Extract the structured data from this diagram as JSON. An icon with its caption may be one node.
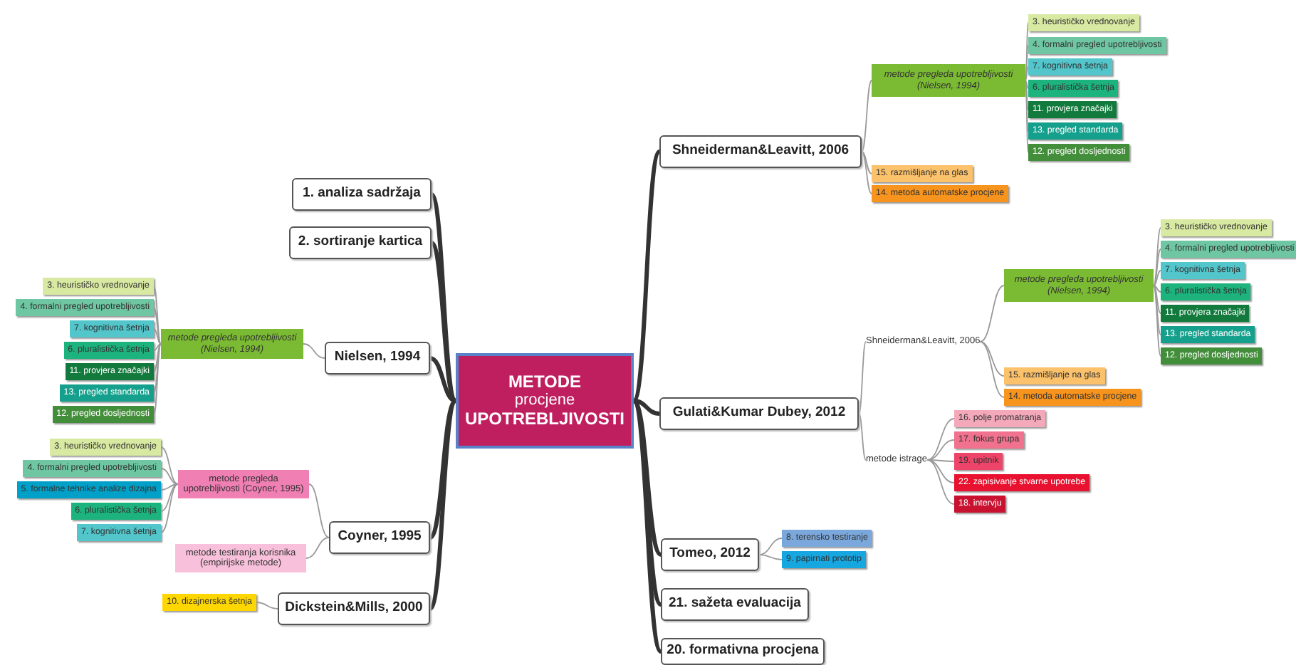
{
  "diagram": {
    "nodes": [
      {
        "text": [
          "METODE",
          "procjene",
          "UPOTREBLJIVOSTI"
        ]
      },
      {
        "text": [
          "Shneiderman&Leavitt, 2006"
        ]
      },
      {
        "text": [
          "metode pregleda upotrebljivosti (Nielsen, 1994)"
        ]
      },
      {
        "text": [
          "3. heurističko vrednovanje"
        ]
      },
      {
        "text": [
          "4. formalni pregled upotrebljivosti"
        ]
      },
      {
        "text": [
          "7. kognitivna šetnja"
        ]
      },
      {
        "text": [
          "6. pluralistička šetnja"
        ]
      },
      {
        "text": [
          "11. provjera značajki"
        ]
      },
      {
        "text": [
          "13. pregled standarda"
        ]
      },
      {
        "text": [
          "12. pregled dosljednosti"
        ]
      },
      {
        "text": [
          "15. razmišljanje na glas"
        ]
      },
      {
        "text": [
          "14. metoda automatske procjene"
        ]
      },
      {
        "text": [
          "1. analiza sadržaja"
        ]
      },
      {
        "text": [
          "2. sortiranje kartica"
        ]
      },
      {
        "text": [
          "Nielsen, 1994"
        ]
      },
      {
        "text": [
          "metode pregleda upotrebljivosti (Nielsen, 1994)"
        ]
      },
      {
        "text": [
          "3. heurističko vrednovanje"
        ]
      },
      {
        "text": [
          "4. formalni pregled upotrebljivosti"
        ]
      },
      {
        "text": [
          "7. kognitivna šetnja"
        ]
      },
      {
        "text": [
          "6. pluralistička šetnja"
        ]
      },
      {
        "text": [
          "11. provjera značajki"
        ]
      },
      {
        "text": [
          "13. pregled standarda"
        ]
      },
      {
        "text": [
          "12. pregled dosljednosti"
        ]
      },
      {
        "text": [
          "Gulati&Kumar Dubey, 2012"
        ]
      },
      {
        "text": [
          "Shneiderman&Leavitt, 2006"
        ]
      },
      {
        "text": [
          "metode pregleda upotrebljivosti (Nielsen, 1994)"
        ]
      },
      {
        "text": [
          "3. heurističko vrednovanje"
        ]
      },
      {
        "text": [
          "4. formalni pregled upotrebljivosti"
        ]
      },
      {
        "text": [
          "7. kognitivna šetnja"
        ]
      },
      {
        "text": [
          "6. pluralistička šetnja"
        ]
      },
      {
        "text": [
          "11. provjera značajki"
        ]
      },
      {
        "text": [
          "13. pregled standarda"
        ]
      },
      {
        "text": [
          "12. pregled dosljednosti"
        ]
      },
      {
        "text": [
          "15. razmišljanje na glas"
        ]
      },
      {
        "text": [
          "14. metoda automatske procjene"
        ]
      },
      {
        "text": [
          "metode istrage"
        ]
      },
      {
        "text": [
          "16. polje promatranja"
        ]
      },
      {
        "text": [
          "17. fokus grupa"
        ]
      },
      {
        "text": [
          "19. upitnik"
        ]
      },
      {
        "text": [
          "22. zapisivanje stvarne upotrebe"
        ]
      },
      {
        "text": [
          "18. intervju"
        ]
      },
      {
        "text": [
          "Coyner, 1995"
        ]
      },
      {
        "text": [
          "metode pregleda upotrebljivosti (Coyner, 1995)"
        ]
      },
      {
        "text": [
          "3. heurističko vrednovanje"
        ]
      },
      {
        "text": [
          "4. formalni pregled upotrebljivosti"
        ]
      },
      {
        "text": [
          "5. formalne tehnike analize dizajna"
        ]
      },
      {
        "text": [
          "6. pluralistička šetnja"
        ]
      },
      {
        "text": [
          "7. kognitivna šetnja"
        ]
      },
      {
        "text": [
          "metode testiranja korisnika (empirijske metode)"
        ]
      },
      {
        "text": [
          "Dickstein&Mills, 2000"
        ]
      },
      {
        "text": [
          "10. dizajnerska šetnja"
        ]
      },
      {
        "text": [
          "Tomeo, 2012"
        ]
      },
      {
        "text": [
          "8. terensko testiranje"
        ]
      },
      {
        "text": [
          "9. papirnati prototip"
        ]
      },
      {
        "text": [
          "21. sažeta evaluacija"
        ]
      },
      {
        "text": [
          "20. formativna procjena"
        ]
      }
    ],
    "edges": [
      {
        "from": 0,
        "to": 1,
        "arrow": "none",
        "style": "thick",
        "color": "#333333"
      },
      {
        "from": 1,
        "to": 2,
        "arrow": "none"
      },
      {
        "from": 2,
        "to": 3,
        "arrow": "none"
      },
      {
        "from": 2,
        "to": 4,
        "arrow": "none"
      },
      {
        "from": 2,
        "to": 5,
        "arrow": "none"
      },
      {
        "from": 2,
        "to": 6,
        "arrow": "none"
      },
      {
        "from": 2,
        "to": 7,
        "arrow": "none"
      },
      {
        "from": 2,
        "to": 8,
        "arrow": "none"
      },
      {
        "from": 2,
        "to": 9,
        "arrow": "none"
      },
      {
        "from": 1,
        "to": 10,
        "arrow": "none"
      },
      {
        "from": 1,
        "to": 11,
        "arrow": "none"
      },
      {
        "from": 0,
        "to": 12,
        "arrow": "none",
        "style": "thick",
        "color": "#333333"
      },
      {
        "from": 0,
        "to": 13,
        "arrow": "none",
        "style": "thick",
        "color": "#333333"
      },
      {
        "from": 0,
        "to": 14,
        "arrow": "none",
        "style": "thick",
        "color": "#333333"
      },
      {
        "from": 14,
        "to": 15,
        "arrow": "none"
      },
      {
        "from": 15,
        "to": 16,
        "arrow": "none"
      },
      {
        "from": 15,
        "to": 17,
        "arrow": "none"
      },
      {
        "from": 15,
        "to": 18,
        "arrow": "none"
      },
      {
        "from": 15,
        "to": 19,
        "arrow": "none"
      },
      {
        "from": 15,
        "to": 20,
        "arrow": "none"
      },
      {
        "from": 15,
        "to": 21,
        "arrow": "none"
      },
      {
        "from": 15,
        "to": 22,
        "arrow": "none"
      },
      {
        "from": 0,
        "to": 23,
        "arrow": "none",
        "style": "thick",
        "color": "#333333"
      },
      {
        "from": 23,
        "to": 24,
        "arrow": "none"
      },
      {
        "from": 24,
        "to": 25,
        "arrow": "none"
      },
      {
        "from": 25,
        "to": 26,
        "arrow": "none"
      },
      {
        "from": 25,
        "to": 27,
        "arrow": "none"
      },
      {
        "from": 25,
        "to": 28,
        "arrow": "none"
      },
      {
        "from": 25,
        "to": 29,
        "arrow": "none"
      },
      {
        "from": 25,
        "to": 30,
        "arrow": "none"
      },
      {
        "from": 25,
        "to": 31,
        "arrow": "none"
      },
      {
        "from": 25,
        "to": 32,
        "arrow": "none"
      },
      {
        "from": 24,
        "to": 33,
        "arrow": "none"
      },
      {
        "from": 24,
        "to": 34,
        "arrow": "none"
      },
      {
        "from": 23,
        "to": 35,
        "arrow": "none"
      },
      {
        "from": 35,
        "to": 36,
        "arrow": "none"
      },
      {
        "from": 35,
        "to": 37,
        "arrow": "none"
      },
      {
        "from": 35,
        "to": 38,
        "arrow": "none"
      },
      {
        "from": 35,
        "to": 39,
        "arrow": "none"
      },
      {
        "from": 35,
        "to": 40,
        "arrow": "none"
      },
      {
        "from": 0,
        "to": 41,
        "arrow": "none",
        "style": "thick",
        "color": "#333333"
      },
      {
        "from": 41,
        "to": 42,
        "arrow": "none"
      },
      {
        "from": 42,
        "to": 43,
        "arrow": "none"
      },
      {
        "from": 42,
        "to": 44,
        "arrow": "none"
      },
      {
        "from": 42,
        "to": 45,
        "arrow": "none"
      },
      {
        "from": 42,
        "to": 46,
        "arrow": "none"
      },
      {
        "from": 42,
        "to": 47,
        "arrow": "none"
      },
      {
        "from": 41,
        "to": 48,
        "arrow": "none"
      },
      {
        "from": 0,
        "to": 49,
        "arrow": "none",
        "style": "thick",
        "color": "#333333"
      },
      {
        "from": 49,
        "to": 50,
        "arrow": "none"
      },
      {
        "from": 0,
        "to": 51,
        "arrow": "none",
        "style": "thick",
        "color": "#333333"
      },
      {
        "from": 51,
        "to": 52,
        "arrow": "none"
      },
      {
        "from": 51,
        "to": 53,
        "arrow": "none"
      },
      {
        "from": 0,
        "to": 54,
        "arrow": "none",
        "style": "thick",
        "color": "#333333"
      },
      {
        "from": 0,
        "to": 55,
        "arrow": "none",
        "style": "thick",
        "color": "#333333"
      }
    ]
  }
}
